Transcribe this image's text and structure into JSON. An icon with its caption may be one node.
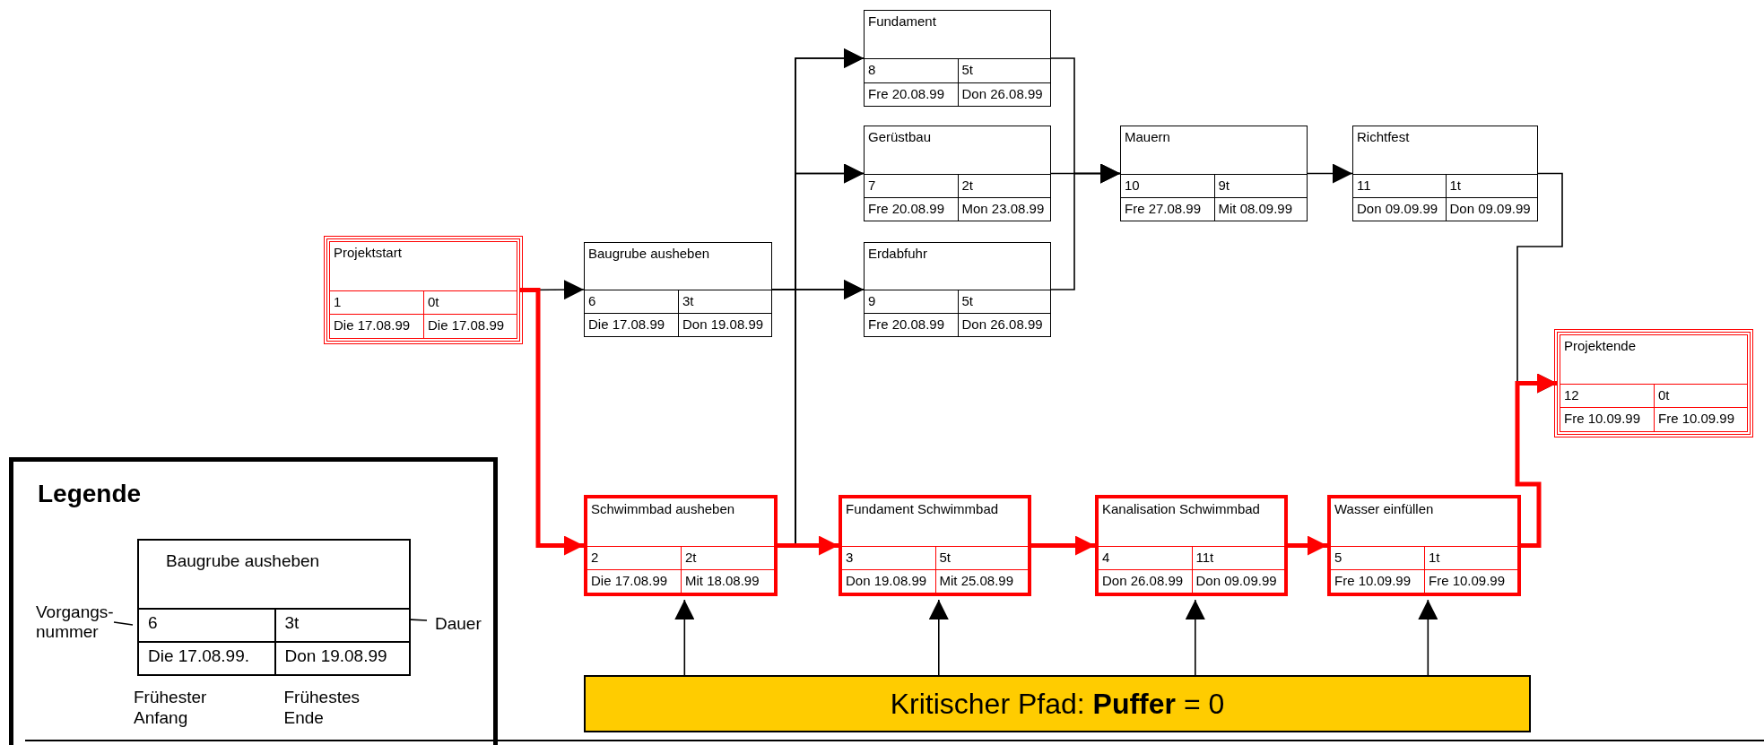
{
  "diagram": {
    "nodes": [
      {
        "text": [
          "Projektstart",
          "1",
          "0t",
          "Die 17.08.99",
          "Die 17.08.99"
        ]
      },
      {
        "text": [
          "Baugrube ausheben",
          "6",
          "3t",
          "Die 17.08.99",
          "Don 19.08.99"
        ]
      },
      {
        "text": [
          "Fundament",
          "8",
          "5t",
          "Fre 20.08.99",
          "Don 26.08.99"
        ]
      },
      {
        "text": [
          "Gerüstbau",
          "7",
          "2t",
          "Fre 20.08.99",
          "Mon 23.08.99"
        ]
      },
      {
        "text": [
          "Erdabfuhr",
          "9",
          "5t",
          "Fre 20.08.99",
          "Don 26.08.99"
        ]
      },
      {
        "text": [
          "Mauern",
          "10",
          "9t",
          "Fre 27.08.99",
          "Mit 08.09.99"
        ]
      },
      {
        "text": [
          "Richtfest",
          "11",
          "1t",
          "Don 09.09.99",
          "Don 09.09.99"
        ]
      },
      {
        "text": [
          "Projektende",
          "12",
          "0t",
          "Fre 10.09.99",
          "Fre 10.09.99"
        ]
      },
      {
        "text": [
          "Schwimmbad ausheben",
          "2",
          "2t",
          "Die 17.08.99",
          "Mit 18.08.99"
        ]
      },
      {
        "text": [
          "Fundament Schwimmbad",
          "3",
          "5t",
          "Don 19.08.99",
          "Mit 25.08.99"
        ]
      },
      {
        "text": [
          "Kanalisation Schwimmbad",
          "4",
          "11t",
          "Don 26.08.99",
          "Don 09.09.99"
        ]
      },
      {
        "text": [
          "Wasser einfüllen",
          "5",
          "1t",
          "Fre 10.09.99",
          "Fre 10.09.99"
        ]
      },
      {
        "text": [
          "Legende"
        ]
      },
      {
        "text": [
          "Baugrube ausheben",
          "6",
          "3t",
          "Die 17.08.99.",
          "Don 19.08.99"
        ],
        "in": 12,
        "beside": [
          "Frühester Anfang",
          "Frühestes Ende"
        ]
      },
      {
        "text": [
          "Kritischer Pfad: **Puffer** = 0"
        ]
      },
      {
        "text": [
          "Vorgangs- nummer"
        ],
        "in": 12
      },
      {
        "text": [
          "Dauer"
        ],
        "in": 12
      }
    ],
    "edges": [
      {
        "from": 0,
        "to": 1,
        "arrow": "to"
      },
      {
        "from": 0,
        "to": 8,
        "arrow": "to",
        "style": "thick",
        "color": "#ff0000"
      },
      {
        "from": 1,
        "to": 2,
        "arrow": "to"
      },
      {
        "from": 1,
        "to": 3,
        "arrow": "to"
      },
      {
        "from": 1,
        "to": 4,
        "arrow": "to"
      },
      {
        "from": 8,
        "to": 2,
        "arrow": "to"
      },
      {
        "from": 8,
        "to": 3,
        "arrow": "to"
      },
      {
        "from": 8,
        "to": 4,
        "arrow": "to"
      },
      {
        "from": 8,
        "to": 9,
        "arrow": "to",
        "style": "thick",
        "color": "#ff0000"
      },
      {
        "from": 9,
        "to": 10,
        "arrow": "to",
        "style": "thick",
        "color": "#ff0000"
      },
      {
        "from": 10,
        "to": 11,
        "arrow": "to",
        "style": "thick",
        "color": "#ff0000"
      },
      {
        "from": 2,
        "to": 5,
        "arrow": "to"
      },
      {
        "from": 3,
        "to": 5,
        "arrow": "to"
      },
      {
        "from": 4,
        "to": 5,
        "arrow": "to"
      },
      {
        "from": 5,
        "to": 6,
        "arrow": "to"
      },
      {
        "from": 6,
        "to": 7,
        "arrow": "to"
      },
      {
        "from": 11,
        "to": 7,
        "arrow": "to",
        "style": "thick",
        "color": "#ff0000"
      },
      {
        "from": 15,
        "to": 13,
        "arrow": "none"
      },
      {
        "from": 16,
        "to": 13,
        "arrow": "none"
      },
      {
        "from": 14,
        "to": 8,
        "arrow": "to"
      },
      {
        "from": 14,
        "to": 9,
        "arrow": "to"
      },
      {
        "from": 14,
        "to": 10,
        "arrow": "to"
      },
      {
        "from": 14,
        "to": 11,
        "arrow": "to"
      }
    ]
  }
}
